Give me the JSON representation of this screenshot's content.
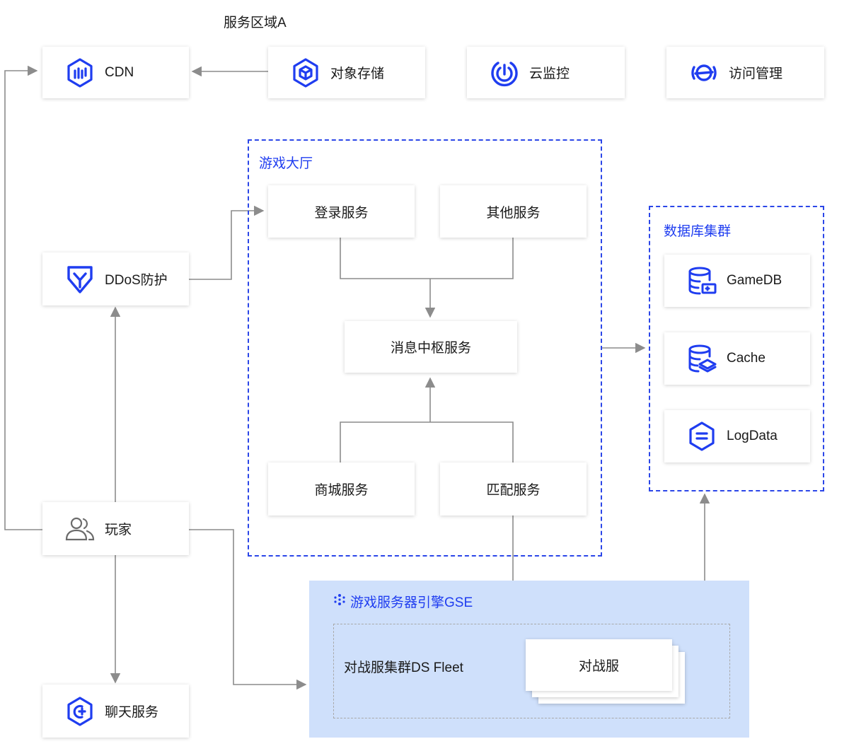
{
  "zone": {
    "title": "服务区域A"
  },
  "top_services": [
    {
      "label": "CDN",
      "icon": "cdn-icon"
    },
    {
      "label": "对象存储",
      "icon": "object-storage-icon"
    },
    {
      "label": "云监控",
      "icon": "cloud-monitor-icon"
    },
    {
      "label": "访问管理",
      "icon": "access-management-icon"
    }
  ],
  "left_nodes": {
    "ddos": {
      "label": "DDoS防护",
      "icon": "shield-icon"
    },
    "player": {
      "label": "玩家",
      "icon": "users-icon"
    },
    "chat": {
      "label": "聊天服务",
      "icon": "chat-service-icon"
    }
  },
  "lobby": {
    "title": "游戏大厅",
    "login": "登录服务",
    "other": "其他服务",
    "hub": "消息中枢服务",
    "shop": "商城服务",
    "match": "匹配服务"
  },
  "database_cluster": {
    "title": "数据库集群",
    "items": [
      {
        "label": "GameDB",
        "icon": "gamedb-icon"
      },
      {
        "label": "Cache",
        "icon": "cache-icon"
      },
      {
        "label": "LogData",
        "icon": "logdata-icon"
      }
    ]
  },
  "gse": {
    "title": "游戏服务器引擎GSE",
    "icon": "gse-icon",
    "fleet_label": "对战服集群DS Fleet",
    "server_label": "对战服"
  },
  "colors": {
    "accent": "#1f3df0",
    "dashed_border": "#2b46e8",
    "gse_background": "#cfe0fb",
    "connector": "#8c8c8c"
  }
}
